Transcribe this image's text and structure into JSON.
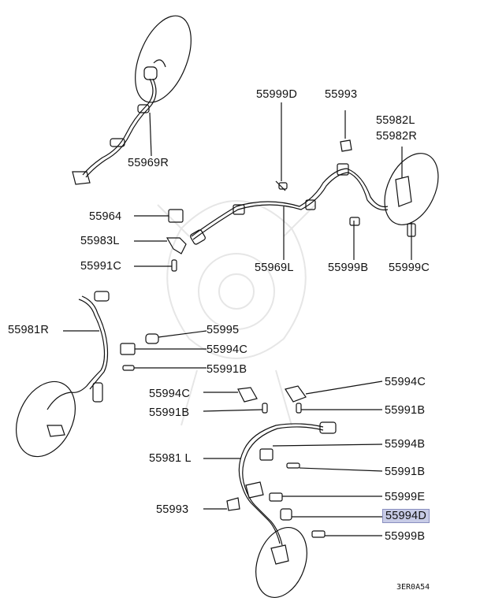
{
  "parts": {
    "p55969R": "55969R",
    "p55999D": "55999D",
    "p55993_top": "55993",
    "p55982L": "55982L",
    "p55982R": "55982R",
    "p55964": "55964",
    "p55983L": "55983L",
    "p55991C": "55991C",
    "p55969L": "55969L",
    "p55999B_top": "55999B",
    "p55999C": "55999C",
    "p55981R": "55981R",
    "p55995": "55995",
    "p55994C_a": "55994C",
    "p55991B_a": "55991B",
    "p55994C_b": "55994C",
    "p55994C_c": "55994C",
    "p55991B_b": "55991B",
    "p55991B_c": "55991B",
    "p55981L": "55981 L",
    "p55994B": "55994B",
    "p55991B_d": "55991B",
    "p55993_bot": "55993",
    "p55999E": "55999E",
    "p55994D": "55994D",
    "p55999B_bot": "55999B"
  },
  "diagram_code": "3ER0A54",
  "highlight_color": "#c7cbe6"
}
